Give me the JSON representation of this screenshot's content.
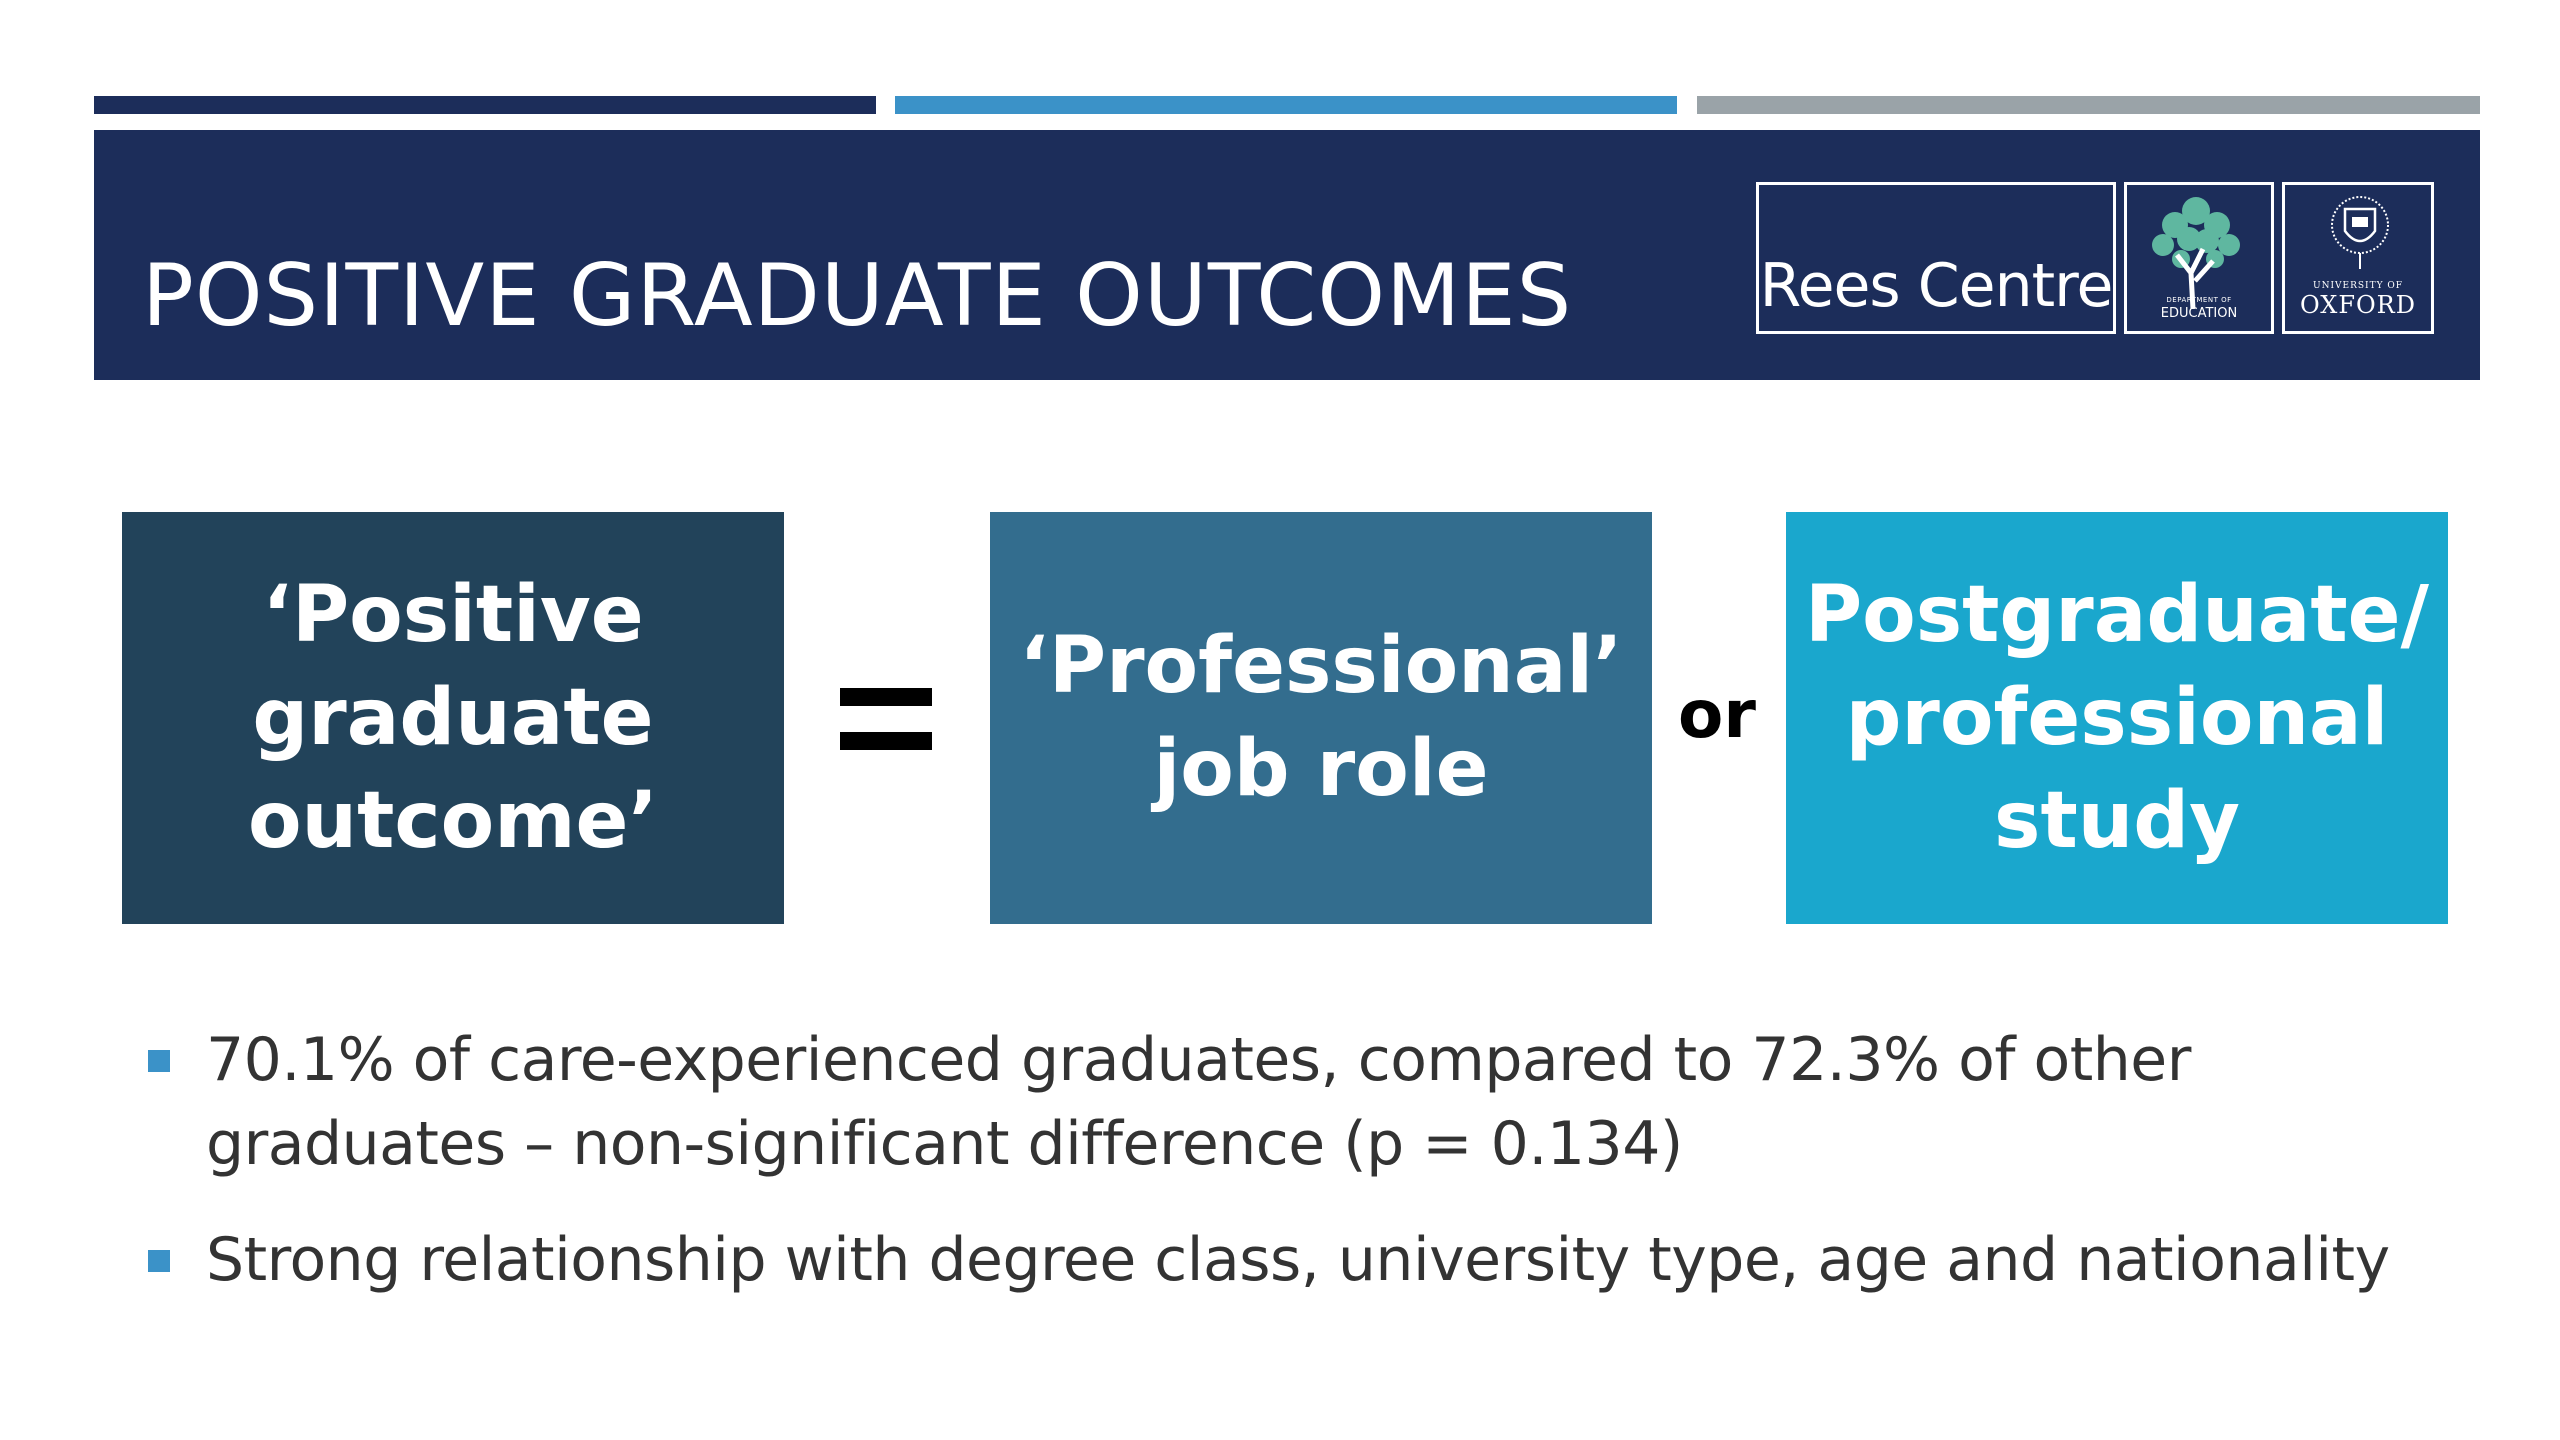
{
  "colors": {
    "accent_dark": "#1c2d5a",
    "accent_mid": "#3b92c8",
    "accent_grey": "#9aa3a8",
    "header_bg": "#1c2d5a",
    "box1_bg": "#22435a",
    "box2_bg": "#336d8e",
    "box3_bg": "#1aa7cd",
    "bullet": "#3b92c8"
  },
  "header": {
    "title": "POSITIVE GRADUATE OUTCOMES",
    "logos": {
      "rees": "Rees Centre",
      "edu_dept": "DEPARTMENT OF",
      "edu_name": "EDUCATION",
      "oxf_uni": "UNIVERSITY OF",
      "oxf_name": "OXFORD"
    }
  },
  "diagram": {
    "box1": "‘Positive\ngraduate\noutcome’",
    "box2": "‘Professional’\njob role",
    "box3": "Postgraduate/\nprofessional\nstudy",
    "or_label": "or"
  },
  "bullets": [
    "70.1% of care-experienced graduates, compared to 72.3% of other graduates – non-significant difference (p = 0.134)",
    "Strong relationship with degree class, university type, age and nationality"
  ]
}
